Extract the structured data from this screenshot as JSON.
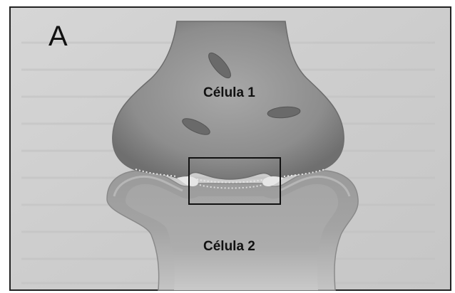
{
  "panel_label": "A",
  "cell_1_label": "Célula 1",
  "cell_2_label": "Célula 2"
}
